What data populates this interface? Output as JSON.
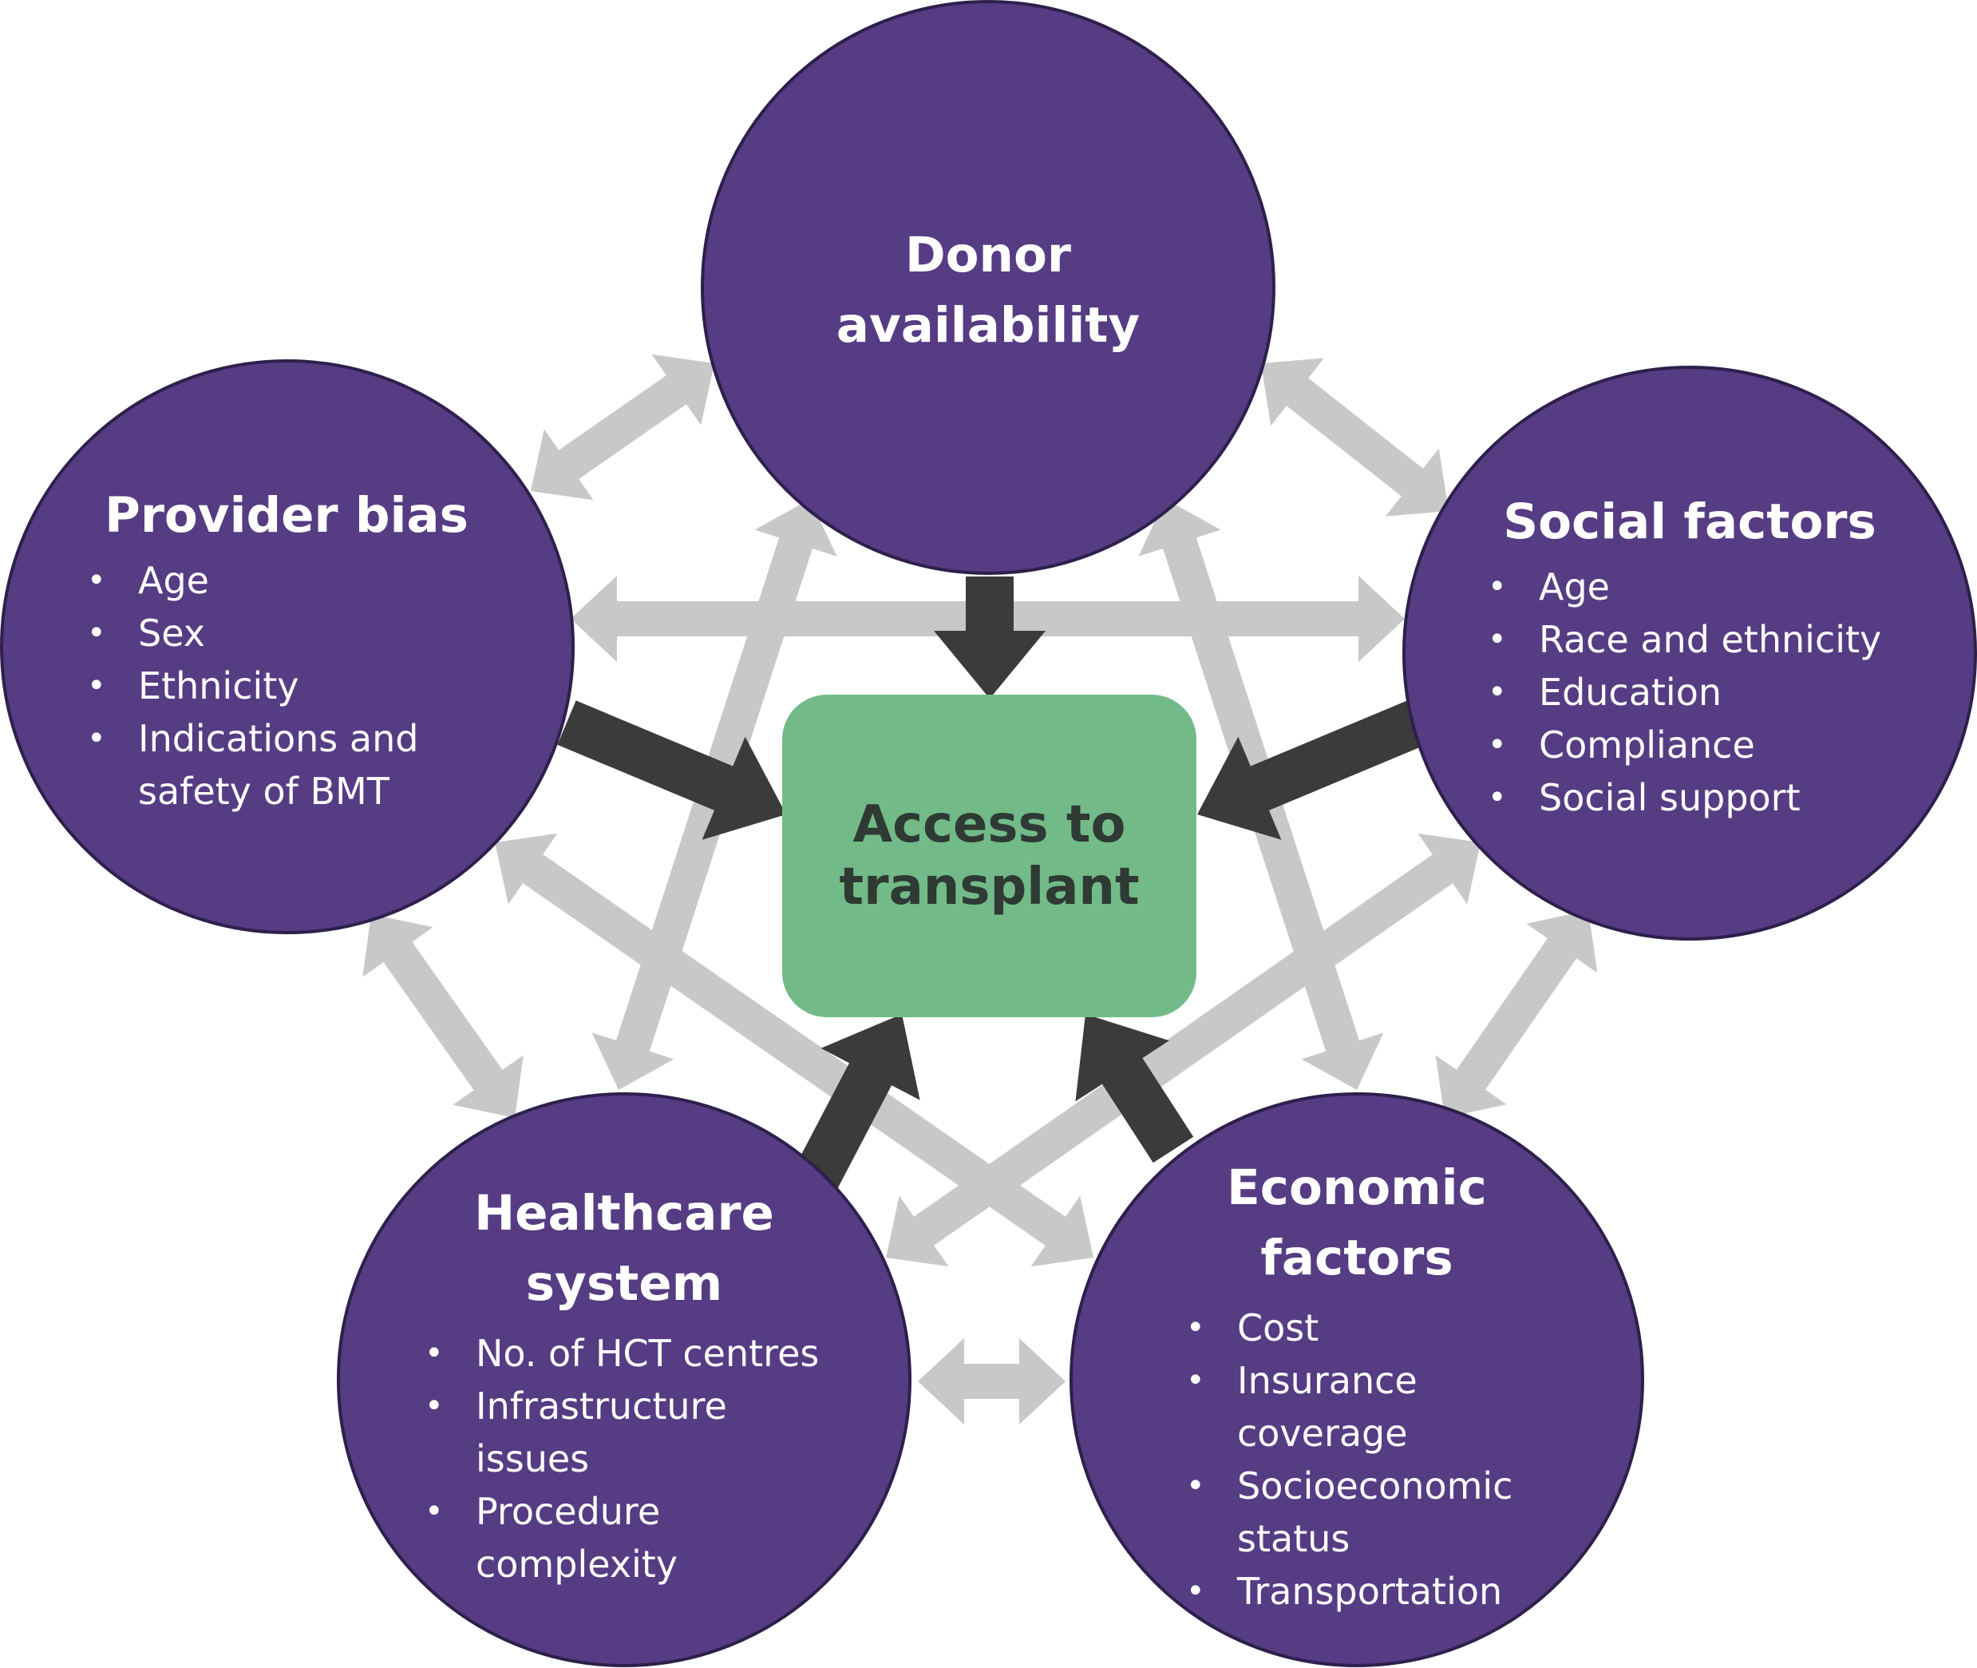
{
  "colors": {
    "circle_fill": "#553c83",
    "circle_border": "#2e1f4c",
    "center_fill": "#72bb88",
    "center_text": "#2e3a33",
    "influence_arrow": "#3b3b3b",
    "link_arrow": "#c8c8c8"
  },
  "center": {
    "label": "Access to\ntransplant"
  },
  "factors": {
    "donor": {
      "title": "Donor\navailability",
      "items": []
    },
    "provider": {
      "title": "Provider bias",
      "items": [
        "Age",
        "Sex",
        "Ethnicity",
        "Indications and\nsafety of BMT"
      ]
    },
    "social": {
      "title": "Social factors",
      "items": [
        "Age",
        "Race and ethnicity",
        "Education",
        "Compliance",
        "Social support"
      ]
    },
    "healthcare": {
      "title": "Healthcare\nsystem",
      "items": [
        "No. of HCT centres",
        "Infrastructure\nissues",
        "Procedure\ncomplexity"
      ]
    },
    "economic": {
      "title": "Economic\nfactors",
      "items": [
        "Cost",
        "Insurance\ncoverage",
        "Socioeconomic\nstatus",
        "Transportation"
      ]
    }
  }
}
